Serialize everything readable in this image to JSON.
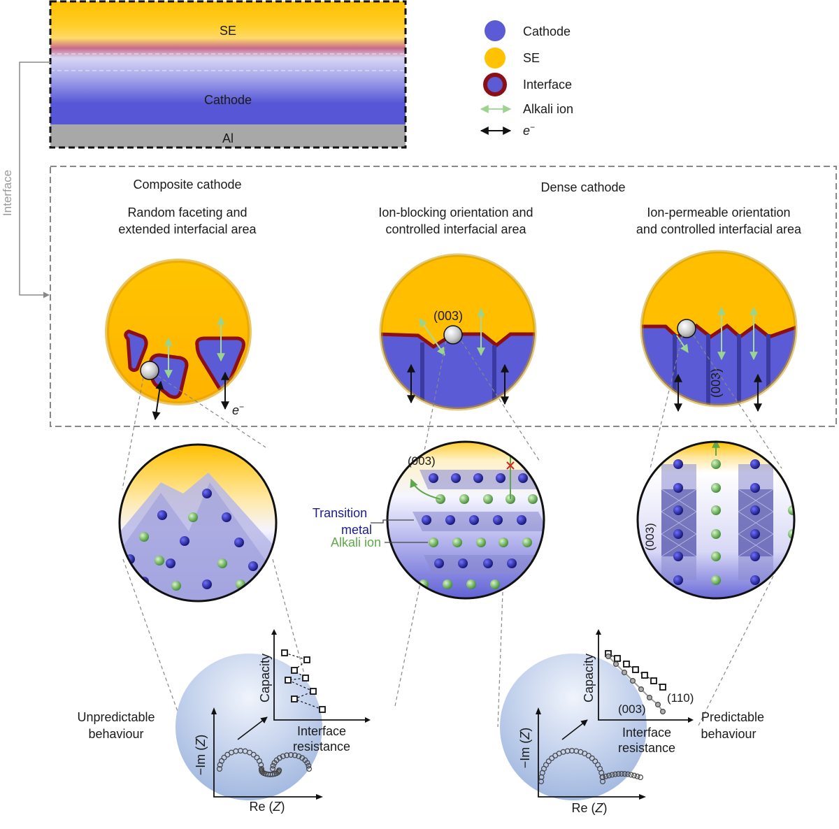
{
  "stack": {
    "se_label": "SE",
    "cathode_label": "Cathode",
    "al_label": "Al"
  },
  "side_label": "Interface",
  "legend": [
    {
      "key": "cathode",
      "label": "Cathode"
    },
    {
      "key": "se",
      "label": "SE"
    },
    {
      "key": "interface",
      "label": "Interface"
    },
    {
      "key": "alkali",
      "label": "Alkali ion"
    },
    {
      "key": "electron",
      "label": "e",
      "sup": "−"
    }
  ],
  "panels": {
    "composite_title": "Composite cathode",
    "dense_title": "Dense cathode",
    "col1_line1": "Random faceting and",
    "col1_line2": "extended interfacial area",
    "col2_line1": "Ion-blocking orientation and",
    "col2_line2": "controlled interfacial area",
    "col3_line1": "Ion-permeable orientation",
    "col3_line2": "and controlled interfacial area",
    "facet_003": "(003)",
    "electron_label": "e",
    "electron_sup": "−"
  },
  "zoom": {
    "transition_metal_1": "Transition",
    "transition_metal_2": "metal",
    "alkali_ion": "Alkali ion",
    "facet_003": "(003)"
  },
  "plots": {
    "left_behaviour_1": "Unpredictable",
    "left_behaviour_2": "behaviour",
    "right_behaviour_1": "Predictable",
    "right_behaviour_2": "behaviour",
    "capacity": "Capacity",
    "interface_resistance_1": "Interface",
    "interface_resistance_2": "resistance",
    "im_z_prefix": "−Im (",
    "z": "Z",
    "close_paren": ")",
    "re_z_prefix": "Re (",
    "label_110": "(110)",
    "label_003": "(003)"
  },
  "colors": {
    "se": "#ffc200",
    "cathode": "#5b5bd6",
    "interface": "#8b0f14",
    "alkali_arrow": "#a8d8a0",
    "alkali_atom": "#6aa84f",
    "transition_metal": "#1c1c8c",
    "al": "#a8a8a8"
  }
}
